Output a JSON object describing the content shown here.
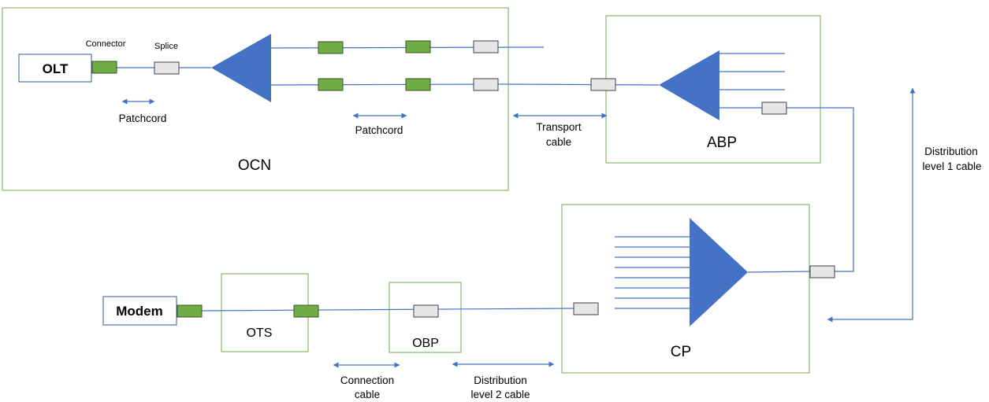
{
  "colors": {
    "container_border": "#70AD47",
    "line": "#4472C4",
    "splitter_fill": "#4472C4",
    "connector_fill": "#70AD47",
    "connector_border": "#375623",
    "splice_fill": "#E7E6E6",
    "splice_border": "#404040",
    "label_box_border": "#2F5597"
  },
  "endpoints": {
    "olt": "OLT",
    "modem": "Modem"
  },
  "containers": {
    "ocn": "OCN",
    "abp": "ABP",
    "cp": "CP",
    "ots": "OTS",
    "obp": "OBP"
  },
  "component_labels": {
    "connector": "Connector",
    "splice": "Splice"
  },
  "cable_labels": {
    "patchcord_1": "Patchcord",
    "patchcord_2": "Patchcord",
    "transport_line1": "Transport",
    "transport_line2": "cable",
    "distribution1_line1": "Distribution",
    "distribution1_line2": "level 1 cable",
    "connection_line1": "Connection",
    "connection_line2": "cable",
    "distribution2_line1": "Distribution",
    "distribution2_line2": "level 2 cable"
  }
}
